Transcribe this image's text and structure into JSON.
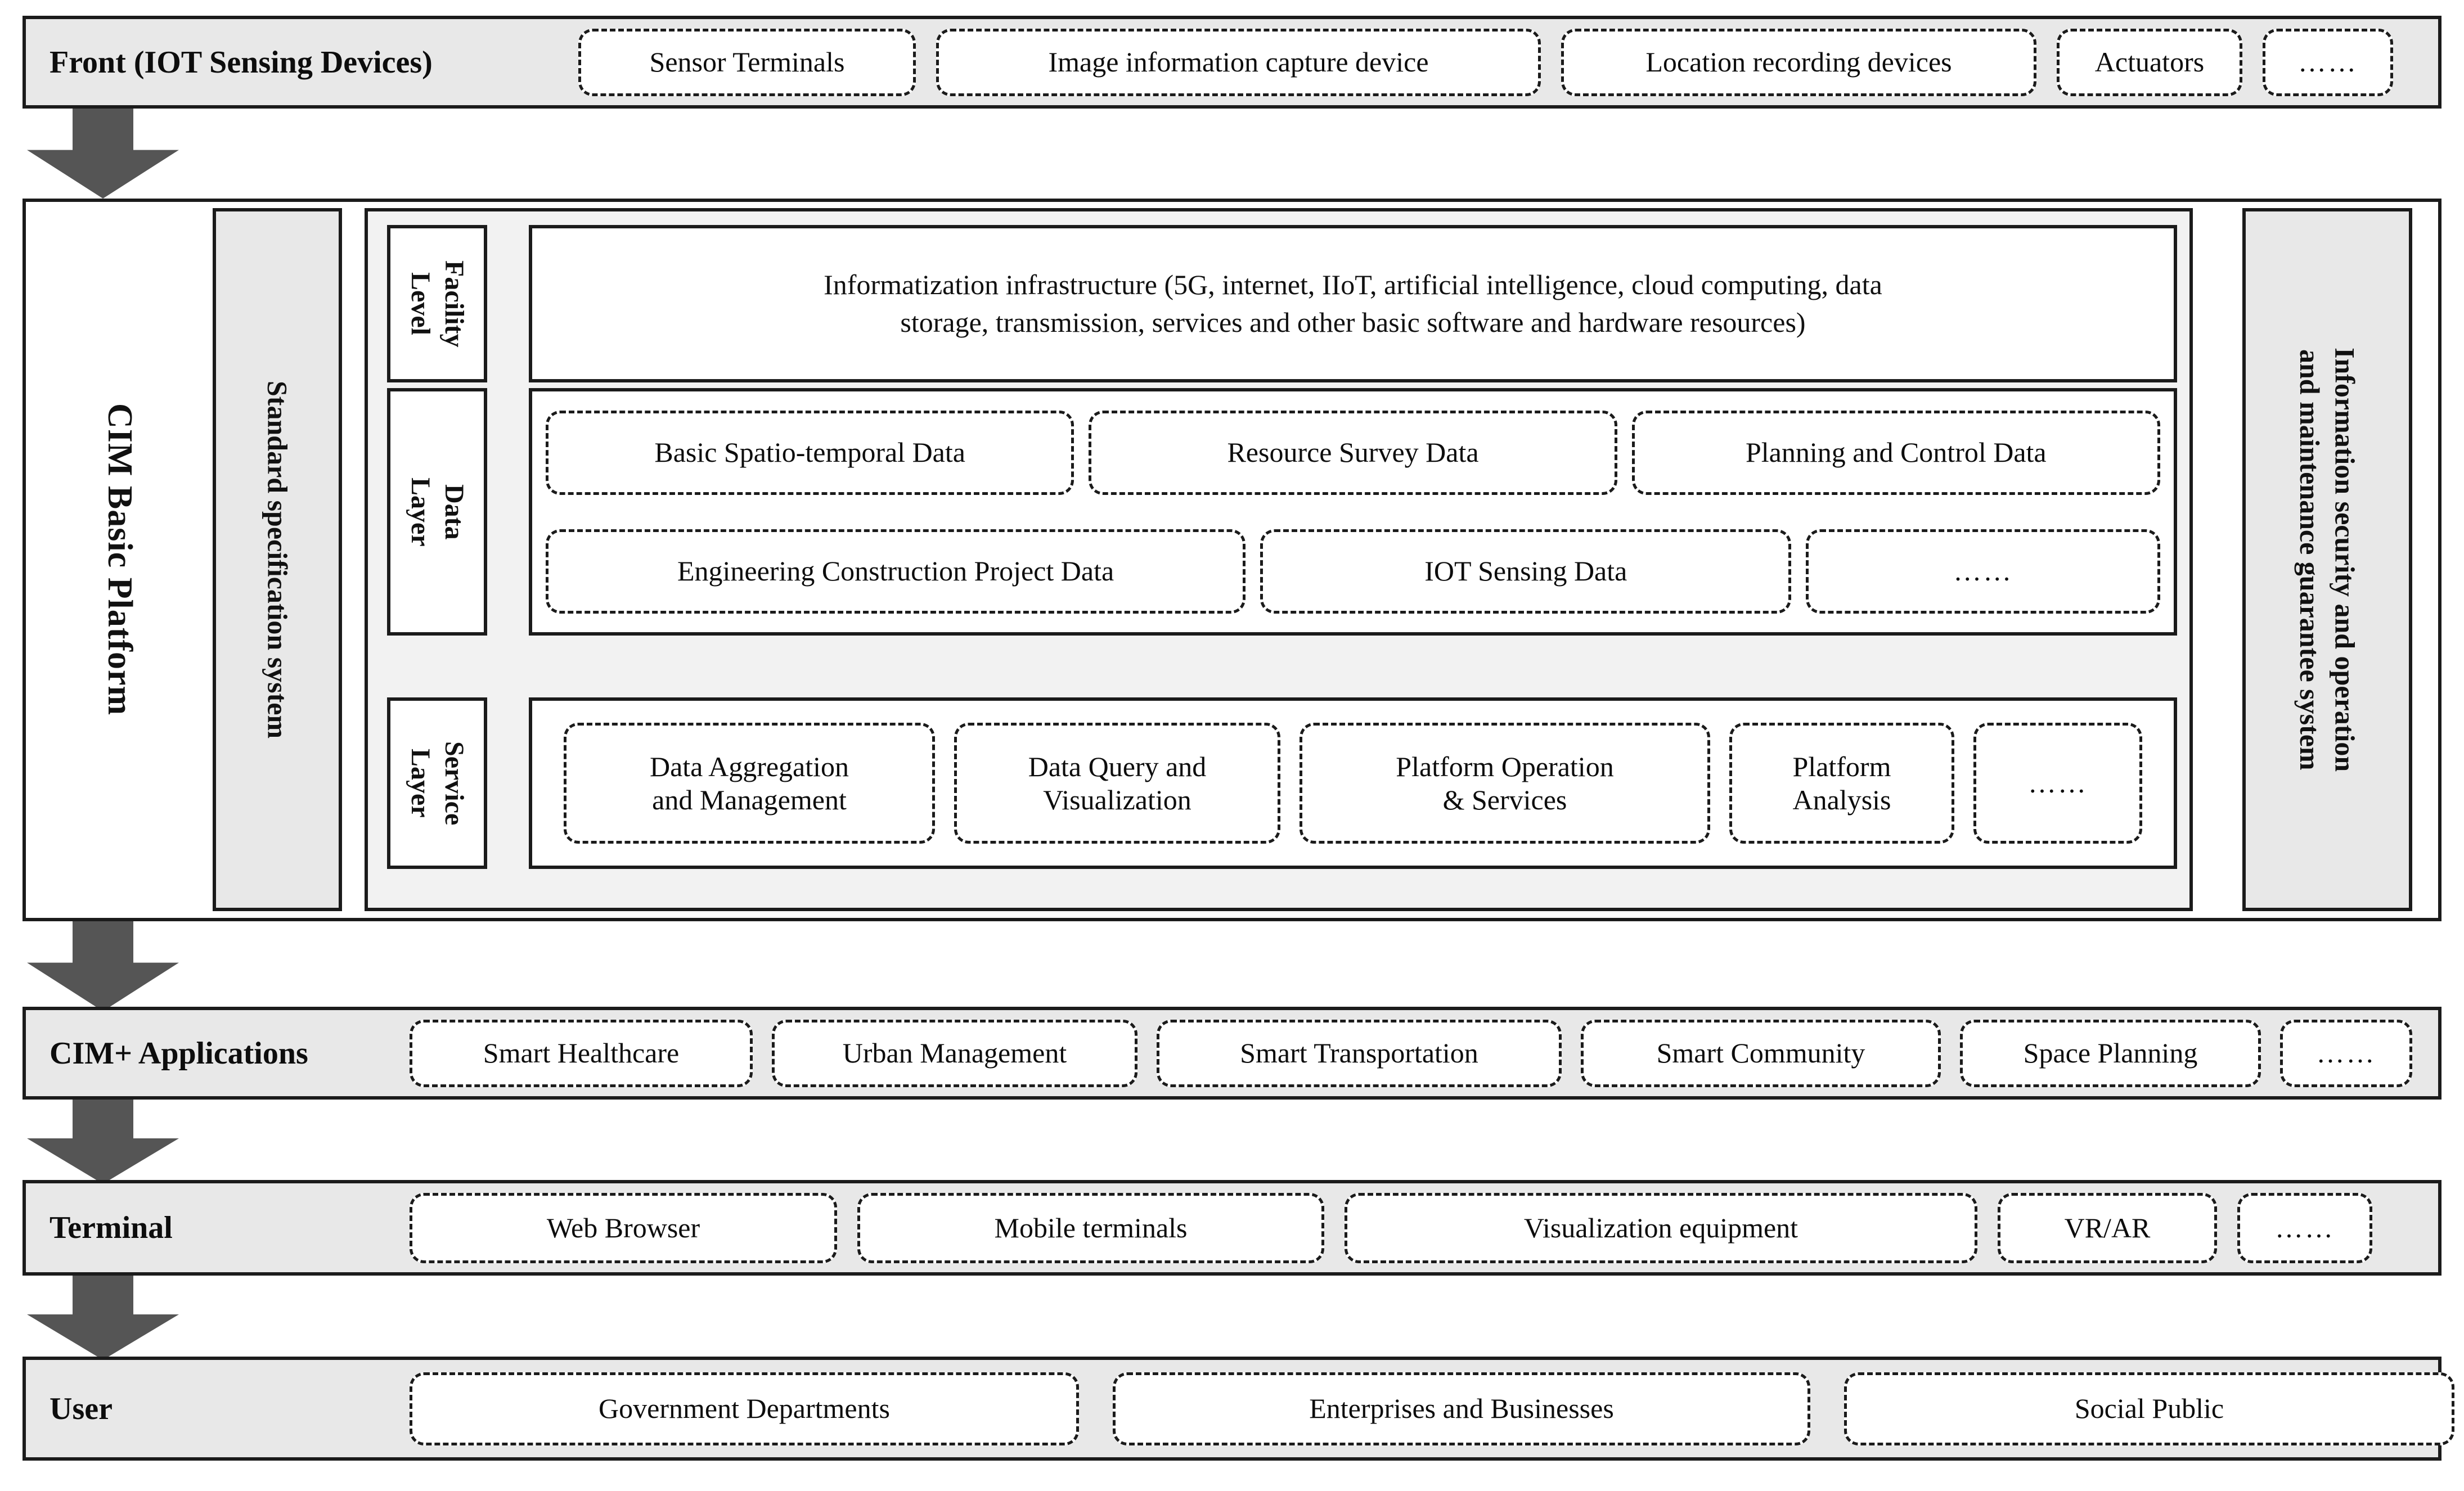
{
  "front": {
    "title": "Front (IOT Sensing Devices)",
    "items": [
      "Sensor Terminals",
      "Image information capture device",
      "Location recording devices",
      "Actuators",
      "……"
    ]
  },
  "platform": {
    "title": "CIM Basic Platform",
    "standard_panel": "Standard specification system",
    "security_panel_line1": "Information security and operation",
    "security_panel_line2": "and maintenance guarantee system",
    "layers": [
      {
        "label_line1": "Facility",
        "label_line2": "Level",
        "text_line1": "Informatization infrastructure (5G, internet, IIoT, artificial intelligence, cloud computing, data",
        "text_line2": "storage, transmission, services and other basic software and hardware resources)"
      },
      {
        "label_line1": "Data",
        "label_line2": "Layer",
        "row1": [
          "Basic Spatio-temporal Data",
          "Resource Survey Data",
          "Planning and Control Data"
        ],
        "row2": [
          "Engineering Construction Project Data",
          "IOT Sensing Data",
          "……"
        ]
      },
      {
        "label_line1": "Service",
        "label_line2": "Layer",
        "items": [
          "Data Aggregation\nand Management",
          "Data Query and\nVisualization",
          "Platform Operation\n& Services",
          "Platform\nAnalysis",
          "……"
        ]
      }
    ]
  },
  "applications": {
    "title": "CIM+ Applications",
    "items": [
      "Smart Healthcare",
      "Urban Management",
      "Smart Transportation",
      "Smart Community",
      "Space Planning",
      "……"
    ]
  },
  "terminal": {
    "title": "Terminal",
    "items": [
      "Web Browser",
      "Mobile terminals",
      "Visualization equipment",
      "VR/AR",
      "……"
    ]
  },
  "user": {
    "title": "User",
    "items": [
      "Government Departments",
      "Enterprises and Businesses",
      "Social Public"
    ]
  },
  "colors": {
    "band_fill": "#e8e8e8",
    "stroke": "#1b1b1b",
    "arrow_fill": "#555555",
    "chip_fill": "#ffffff"
  }
}
